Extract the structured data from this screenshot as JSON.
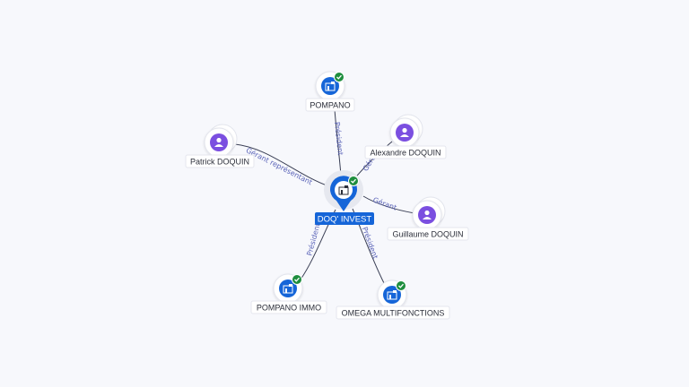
{
  "center": {
    "name": "DOQ' INVEST",
    "icon": "company-icon",
    "verified": true
  },
  "nodes": [
    {
      "id": "pompano",
      "name": "POMPANO",
      "kind": "company",
      "icon": "company-icon",
      "verified": true,
      "relation": "Président"
    },
    {
      "id": "alexandre",
      "name": "Alexandre DOQUIN",
      "kind": "person",
      "icon": "person-icon",
      "verified": false,
      "relation": "Gérant"
    },
    {
      "id": "patrick",
      "name": "Patrick DOQUIN",
      "kind": "person",
      "icon": "person-icon",
      "verified": false,
      "relation": "Gérant représentant"
    },
    {
      "id": "guillaume",
      "name": "Guillaume DOQUIN",
      "kind": "person",
      "icon": "person-icon",
      "verified": false,
      "relation": "Gérant"
    },
    {
      "id": "pompano-immo",
      "name": "POMPANO IMMO",
      "kind": "company",
      "icon": "company-icon",
      "verified": true,
      "relation": "Président"
    },
    {
      "id": "omega",
      "name": "OMEGA MULTIFONCTIONS",
      "kind": "company",
      "icon": "company-icon",
      "verified": true,
      "relation": "Président"
    }
  ],
  "colors": {
    "company": "#1565d8",
    "person": "#7b4fe0",
    "verified": "#1e8e3e",
    "edge_label": "#5a63b8"
  }
}
